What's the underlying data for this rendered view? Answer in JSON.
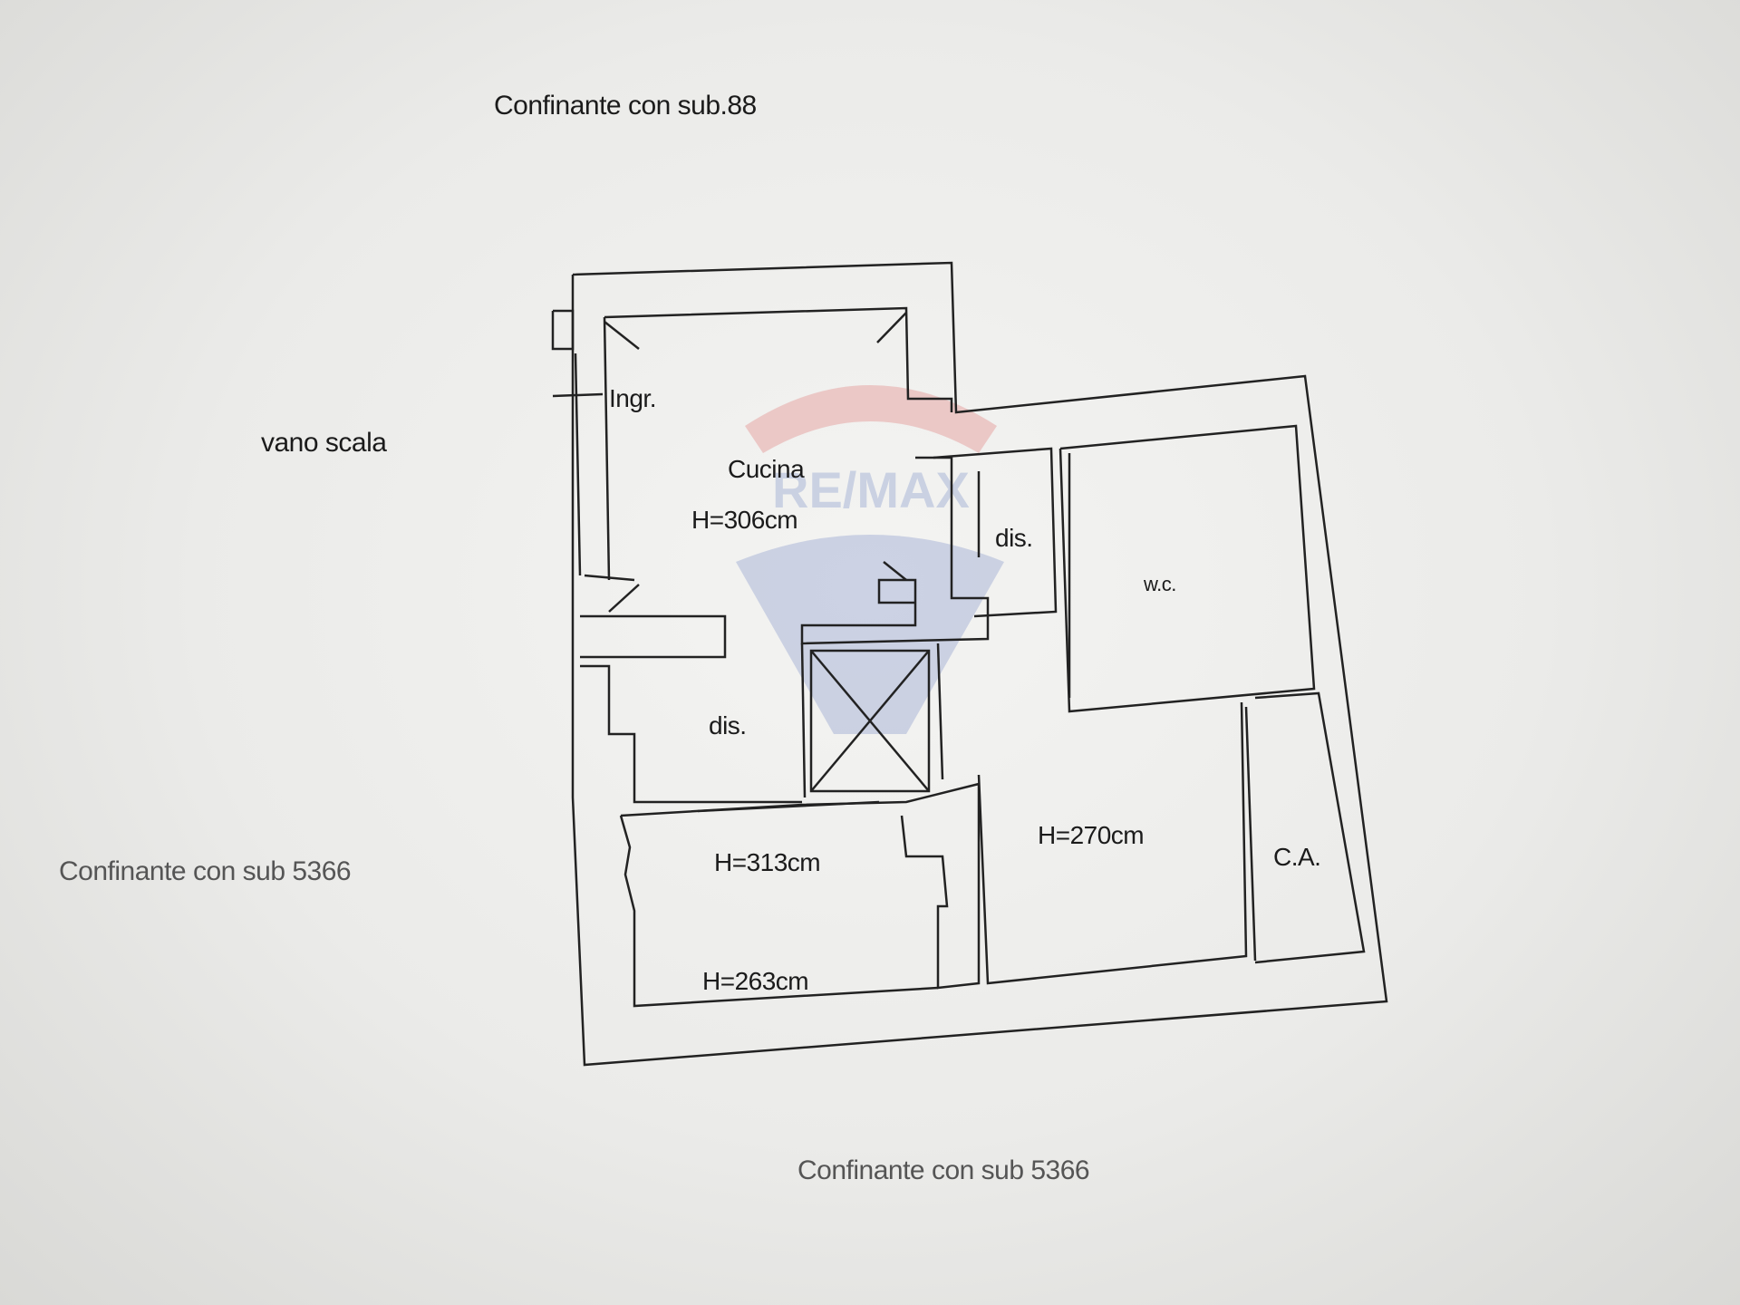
{
  "labels": {
    "top_neighbor": "Confinante con sub.88",
    "left_neighbor": "Confinante con sub 5366",
    "bottom_neighbor": "Confinante con sub 5366",
    "stairwell": "vano scala",
    "entrance": "Ingr.",
    "kitchen": "Cucina",
    "kitchen_height": "H=306cm",
    "hall_upper": "dis.",
    "hall_lower": "dis.",
    "bathroom": "w.c.",
    "room_height_313": "H=313cm",
    "room_height_263": "H=263cm",
    "room_height_270": "H=270cm",
    "closet": "C.A."
  },
  "watermark": {
    "colors": {
      "red": "#e07a7a",
      "blue": "#6f86c4"
    }
  }
}
